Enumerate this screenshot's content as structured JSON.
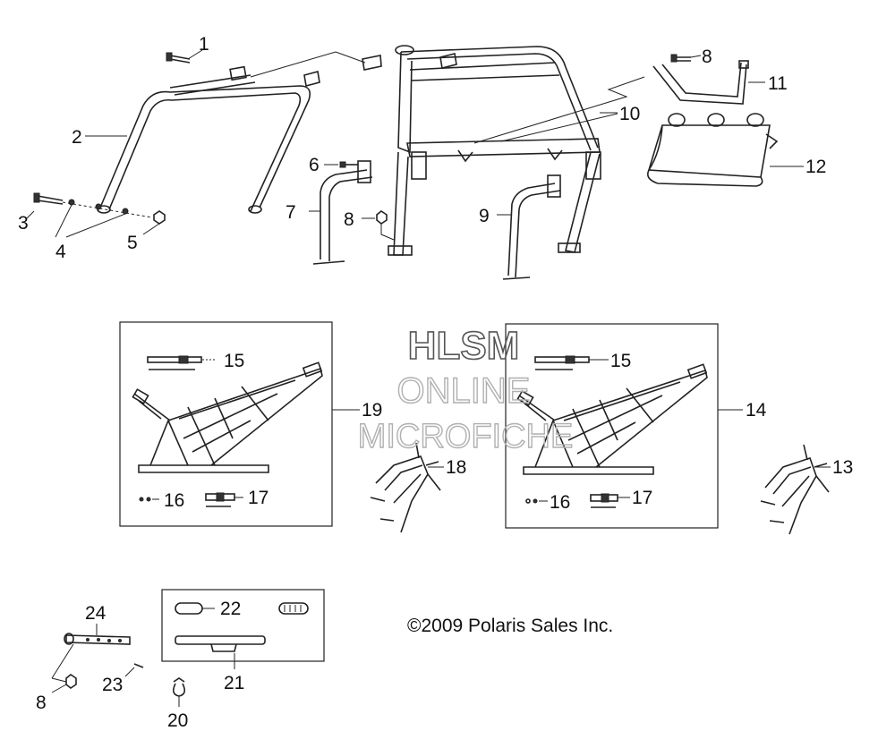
{
  "watermark": {
    "line1": "HLSM",
    "line2": "ONLINE",
    "line3": "MICROFICHE"
  },
  "copyright": "©2009 Polaris Sales Inc.",
  "callouts": {
    "c1": "1",
    "c2": "2",
    "c3": "3",
    "c4": "4",
    "c5": "5",
    "c6": "6",
    "c7": "7",
    "c8a": "8",
    "c8b": "8",
    "c8c": "8",
    "c9": "9",
    "c10": "10",
    "c11": "11",
    "c12": "12",
    "c13": "13",
    "c14": "14",
    "c15a": "15",
    "c15b": "15",
    "c16a": "16",
    "c16b": "16",
    "c17a": "17",
    "c17b": "17",
    "c18": "18",
    "c19": "19",
    "c20": "20",
    "c21": "21",
    "c22": "22",
    "c23": "23",
    "c24": "24"
  }
}
